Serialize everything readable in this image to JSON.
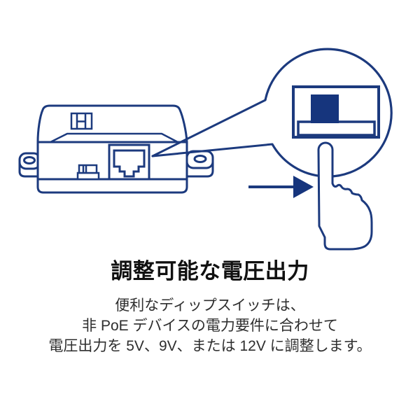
{
  "heading": {
    "title": "調整可能な電圧出力"
  },
  "body": {
    "lines": [
      "便利なディップスイッチは、",
      "非 PoE デバイスの電力要件に合わせて",
      "電圧出力を 5V、9V、または 12V に調整します。"
    ]
  },
  "colors": {
    "line_navy": "#1c3a7e",
    "fill_navy": "#16357d",
    "title_text": "#111111",
    "body_text": "#2e2e2e",
    "background": "#ffffff"
  },
  "illustration": {
    "device_icon": "poe-injector-device",
    "vent_icon": "top-vent-detail",
    "port_icon": "rj45-port",
    "front_dip_icon": "dip-switch-front",
    "callout_icon": "zoom-callout-circle",
    "zoomed_dip_icon": "dip-switch-zoomed",
    "knob_icon": "dip-switch-knob",
    "hand_icon": "pointing-hand",
    "arrow_icon": "right-arrow"
  }
}
